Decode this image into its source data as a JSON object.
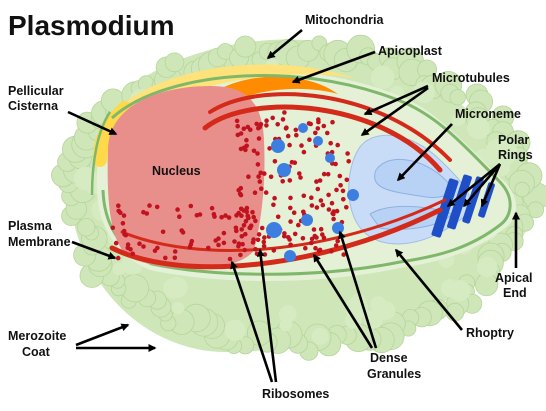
{
  "title": "Plasmodium",
  "labels": {
    "mitochondria": "Mitochondria",
    "apicoplast": "Apicoplast",
    "microtubules": "Microtubules",
    "pellicular_cisterna": [
      "Pellicular",
      "Cisterna"
    ],
    "nucleus": "Nucleus",
    "microneme": "Microneme",
    "polar_rings": [
      "Polar",
      "Rings"
    ],
    "plasma_membrane": [
      "Plasma",
      "Membrane"
    ],
    "apical_end": [
      "Apical",
      "End"
    ],
    "rhoptry": "Rhoptry",
    "merozoite_coat": [
      "Merozoite",
      "Coat"
    ],
    "dense_granules": [
      "Dense",
      "Granules"
    ],
    "ribosomes": "Ribosomes"
  },
  "colors": {
    "coat": "#cfe6b8",
    "coat_edge": "#b5d69a",
    "membrane": "#7fb86a",
    "cytoplasm": "#e4f1d7",
    "pellicle": "#ffe27a",
    "apicoplast": "#ff8c00",
    "microtubule": "#d42a1a",
    "nucleus": "#e98f8b",
    "ribosome": "#c1121f",
    "dense_granule": "#3d7fe0",
    "microneme": "#c9dcf7",
    "rhoptry": "#b8d2f5",
    "polar_rings": "#1f4fc7"
  }
}
